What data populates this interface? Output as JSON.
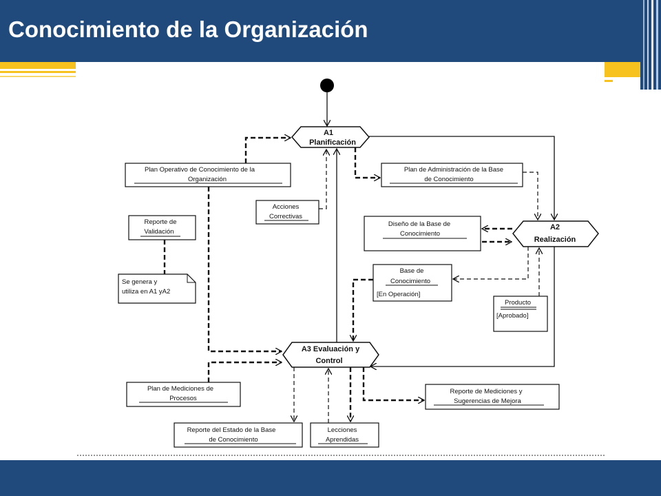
{
  "slide": {
    "title": "Conocimiento de la Organización"
  },
  "colors": {
    "header_bg": "#214a7c",
    "accent_yellow": "#f7c21e",
    "line": "#111111"
  },
  "diagram": {
    "activities": [
      {
        "id": "A1",
        "lines": [
          "A1",
          "Planificación"
        ]
      },
      {
        "id": "A2",
        "lines": [
          "A2",
          "Realización"
        ]
      },
      {
        "id": "A3",
        "lines": [
          "A3 Evaluación y",
          "Control"
        ]
      }
    ],
    "objects": [
      {
        "id": "plan_operativo",
        "lines": [
          "Plan Operativo de Conocimiento de la",
          "Organización"
        ]
      },
      {
        "id": "plan_admin",
        "lines": [
          "Plan de Administración de la Base",
          "de Conocimiento"
        ]
      },
      {
        "id": "acciones",
        "lines": [
          "Acciones",
          "Correctivas"
        ]
      },
      {
        "id": "reporte_validacion",
        "lines": [
          "Reporte de",
          "Validación"
        ]
      },
      {
        "id": "nota",
        "lines": [
          "Se genera y",
          "utiliza en A1 yA2"
        ]
      },
      {
        "id": "diseno",
        "lines": [
          "Diseño de la Base de",
          "Conocimiento"
        ]
      },
      {
        "id": "base",
        "lines": [
          "Base de",
          "Conocimiento",
          "[En Operación]"
        ]
      },
      {
        "id": "producto",
        "lines": [
          "Producto",
          "[Aprobado]"
        ]
      },
      {
        "id": "plan_mediciones",
        "lines": [
          "Plan de Mediciones de",
          "Procesos"
        ]
      },
      {
        "id": "reporte_mediciones",
        "lines": [
          "Reporte de Mediciones y",
          "Sugerencias de Mejora"
        ]
      },
      {
        "id": "reporte_estado",
        "lines": [
          "Reporte del Estado de la Base",
          "de Conocimiento"
        ]
      },
      {
        "id": "lecciones",
        "lines": [
          "Lecciones",
          "Aprendidas"
        ]
      }
    ]
  }
}
